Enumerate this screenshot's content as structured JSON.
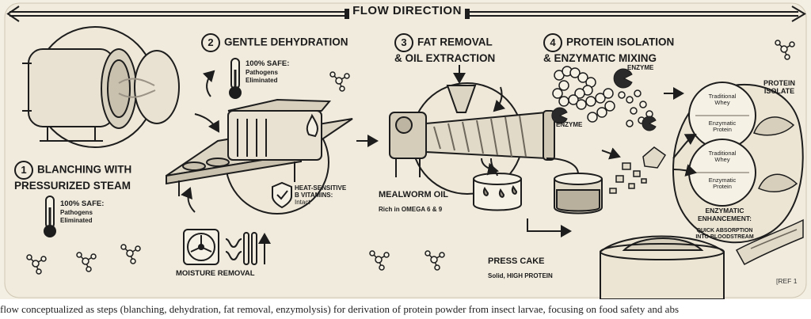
{
  "title": "FLOW DIRECTION",
  "step1": {
    "number": "1",
    "title_line1": "BLANCHING WITH",
    "title_line2": "PRESSURIZED STEAM",
    "safe": "100% SAFE:",
    "note_line1": "Pathogens",
    "note_line2": "Eliminated"
  },
  "step2": {
    "number": "2",
    "title": "GENTLE DEHYDRATION",
    "safe": "100% SAFE:",
    "note_line1": "Pathogens",
    "note_line2": "Eliminated",
    "vitamins_line1": "HEAT-SENSITIVE",
    "vitamins_line2": "B VITAMINS:",
    "vitamins_line3": "Intact"
  },
  "moisture": "MOISTURE REMOVAL",
  "step3": {
    "number": "3",
    "title_line1": "FAT REMOVAL",
    "title_line2": "& OIL EXTRACTION",
    "oil_title": "MEALWORM OIL",
    "oil_note": "Rich in OMEGA 6 & 9",
    "cake_title": "PRESS CAKE",
    "cake_note": "Solid, HIGH PROTEIN"
  },
  "step4": {
    "number": "4",
    "title_line1": "PROTEIN ISOLATION",
    "title_line2": "& ENZYMATIC MIXING",
    "enzyme_top": "ENZYME",
    "enzyme_bottom": "ENZYME",
    "isolate_line1": "PROTEIN",
    "isolate_line2": "ISOLATE",
    "whey_a1": "Traditional",
    "whey_a2": "Whey",
    "enz_a1": "Enzymatic",
    "enz_a2": "Protein",
    "whey_b1": "Traditional",
    "whey_b2": "Whey",
    "enz_b1": "Enzymatic",
    "enz_b2": "Protein",
    "enh_line1": "ENZYMATIC",
    "enh_line2": "ENHANCEMENT:",
    "abs_line1": "QUICK ABSORPTION",
    "abs_line2": "INTO BLOODSTREAM"
  },
  "ref": "[REF 1",
  "caption": "flow conceptualized as steps (blanching, dehydration, fat removal, enzymolysis) for derivation of protein powder from insect larvae, focusing on food safety and abs"
}
